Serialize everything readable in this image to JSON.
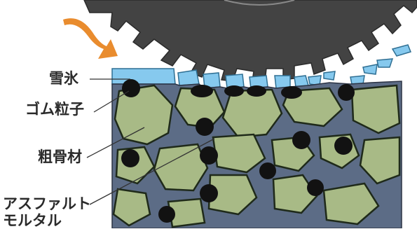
{
  "labels": {
    "ice": "雪氷",
    "rubber": "ゴム粒子",
    "aggregate": "粗骨材",
    "asphalt_line1": "アスファルト",
    "asphalt_line2": "モルタル"
  },
  "colors": {
    "background": "#ffffff",
    "tire": "#434343",
    "tire_outline": "#2b2b2b",
    "arrow": "#e98c2e",
    "ice": "#86c9ee",
    "ice_outline": "#2f6f93",
    "mortar": "#5c6c86",
    "aggregate": "#a8ba86",
    "aggregate_outline": "#1f2a1a",
    "rubber": "#121212",
    "leader_line": "#333333"
  }
}
